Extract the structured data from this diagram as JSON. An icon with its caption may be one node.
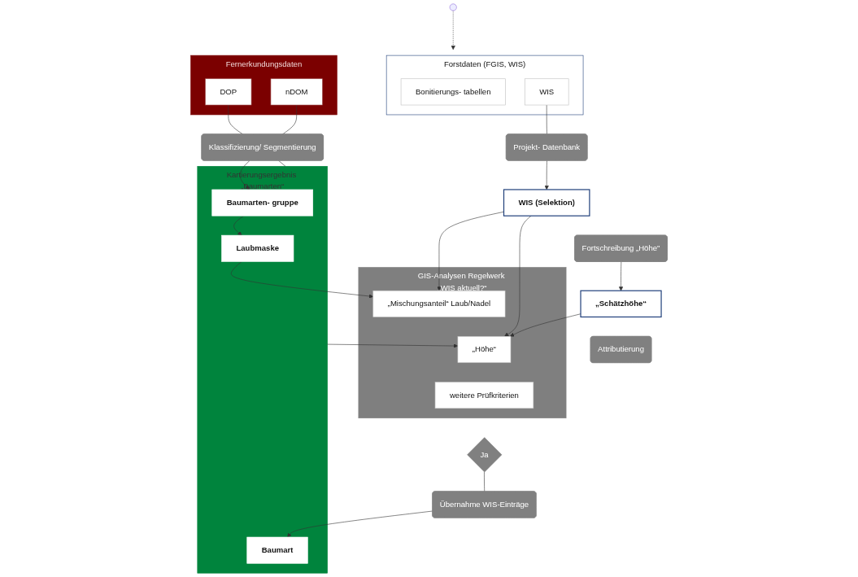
{
  "diagram": {
    "nodes": [
      {
        "text": [
          "Forstdaten (FGIS, WIS)"
        ]
      },
      {
        "text": [
          "Bonitierungs- tabellen"
        ],
        "in": 0
      },
      {
        "text": [
          "WIS"
        ],
        "in": 0
      },
      {
        "text": [
          "Fernerkundungsdaten"
        ]
      },
      {
        "text": [
          "DOP"
        ],
        "in": 3
      },
      {
        "text": [
          "nDOM"
        ],
        "in": 3
      },
      {
        "text": [
          "Fortschreibung „Höhe\""
        ]
      },
      {
        "text": [
          "Projekt- Datenbank"
        ]
      },
      {
        "text": [
          "WIS (Selektion)"
        ]
      },
      {
        "text": [
          "GIS-Analysen Regelwerk „WIS aktuell?“"
        ]
      },
      {
        "text": [
          "„Mischungsanteil“ Laub/Nadel"
        ],
        "in": 9
      },
      {
        "text": [
          "„Höhe“"
        ],
        "in": 9
      },
      {
        "text": [
          "weitere Prüfkriterien"
        ],
        "in": 9
      },
      {
        "text": [
          "Klassifizierung/ Segmentierung"
        ]
      },
      {
        "text": [
          "Kartierungsergebnis „Baumarten“"
        ]
      },
      {
        "text": [
          "Baumarten- gruppe"
        ],
        "in": 14
      },
      {
        "text": [
          "Laubmaske"
        ],
        "in": 14
      },
      {
        "text": [
          "Baumart"
        ],
        "in": 14
      },
      {
        "text": [
          "„Schätzhöhe“"
        ]
      },
      {
        "text": [
          "Ja"
        ]
      },
      {
        "text": [
          "Attributierung"
        ]
      },
      {
        "text": [
          "Übernahme WIS-Einträge"
        ]
      }
    ],
    "edges": [
      {
        "from": null,
        "to": 0,
        "arrow": "to",
        "style": "dashed"
      },
      {
        "from": 2,
        "to": 7,
        "arrow": "none"
      },
      {
        "from": 7,
        "to": 8,
        "arrow": "to"
      },
      {
        "from": 6,
        "to": 18,
        "arrow": "to"
      },
      {
        "from": 8,
        "to": 10,
        "arrow": "to"
      },
      {
        "from": 8,
        "to": 11,
        "arrow": "to"
      },
      {
        "from": 18,
        "to": 11,
        "arrow": "to"
      },
      {
        "from": 4,
        "to": 13,
        "arrow": "none"
      },
      {
        "from": 5,
        "to": 13,
        "arrow": "none"
      },
      {
        "from": 13,
        "to": 15,
        "arrow": "to"
      },
      {
        "from": 13,
        "to": 14,
        "arrow": "none"
      },
      {
        "from": 15,
        "to": 16,
        "arrow": "to"
      },
      {
        "from": 16,
        "to": 10,
        "arrow": "to"
      },
      {
        "from": 14,
        "to": 11,
        "arrow": "to"
      },
      {
        "from": 19,
        "to": 21,
        "arrow": "none"
      },
      {
        "from": 21,
        "to": 17,
        "arrow": "to"
      }
    ]
  }
}
